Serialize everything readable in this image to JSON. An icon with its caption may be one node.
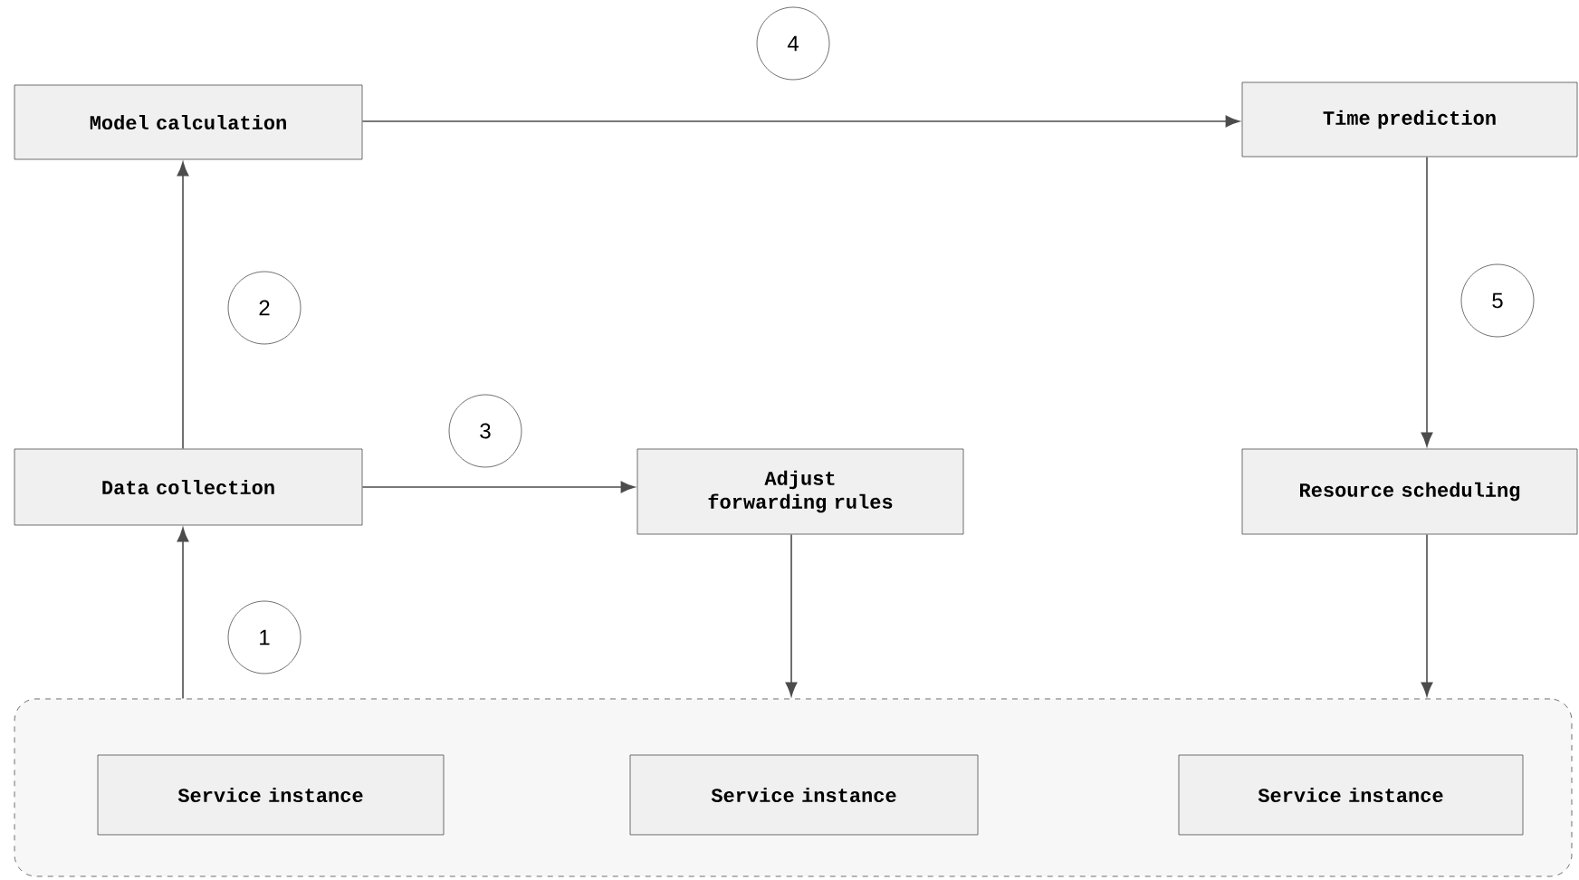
{
  "diagram": {
    "nodes": [
      {
        "text": [
          "4"
        ]
      },
      {
        "text": [
          "Model calculation"
        ]
      },
      {
        "text": [
          "Time prediction"
        ]
      },
      {
        "text": [
          "2"
        ]
      },
      {
        "text": [
          "5"
        ]
      },
      {
        "text": [
          "3"
        ]
      },
      {
        "text": [
          "Data collection"
        ]
      },
      {
        "text": [
          "Adjust forwarding rules"
        ]
      },
      {
        "text": [
          "Resource scheduling"
        ]
      },
      {
        "text": [
          "1"
        ]
      },
      {
        "text": [],
        "shape": "box"
      },
      {
        "text": [
          "Service instance"
        ],
        "in": 10
      },
      {
        "text": [
          "Service instance"
        ],
        "in": 10
      },
      {
        "text": [
          "Service instance"
        ],
        "in": 10
      }
    ],
    "edges": [
      {
        "from": 10,
        "to": 6,
        "arrow": "to"
      },
      {
        "from": 6,
        "to": 1,
        "arrow": "to"
      },
      {
        "from": 1,
        "to": 2,
        "arrow": "to"
      },
      {
        "from": 6,
        "to": 7,
        "arrow": "to"
      },
      {
        "from": 7,
        "to": 10,
        "arrow": "to"
      },
      {
        "from": 2,
        "to": 8,
        "arrow": "to"
      },
      {
        "from": 8,
        "to": 10,
        "arrow": "to"
      }
    ]
  }
}
